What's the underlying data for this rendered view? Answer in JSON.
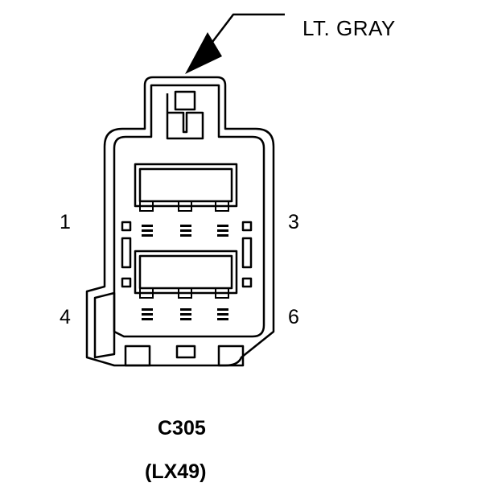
{
  "connector": {
    "id": "C305",
    "option": "(LX49)",
    "color": "LT. GRAY"
  },
  "pins": [
    {
      "label": "1"
    },
    {
      "label": "3"
    },
    {
      "label": "4"
    },
    {
      "label": "6"
    }
  ]
}
